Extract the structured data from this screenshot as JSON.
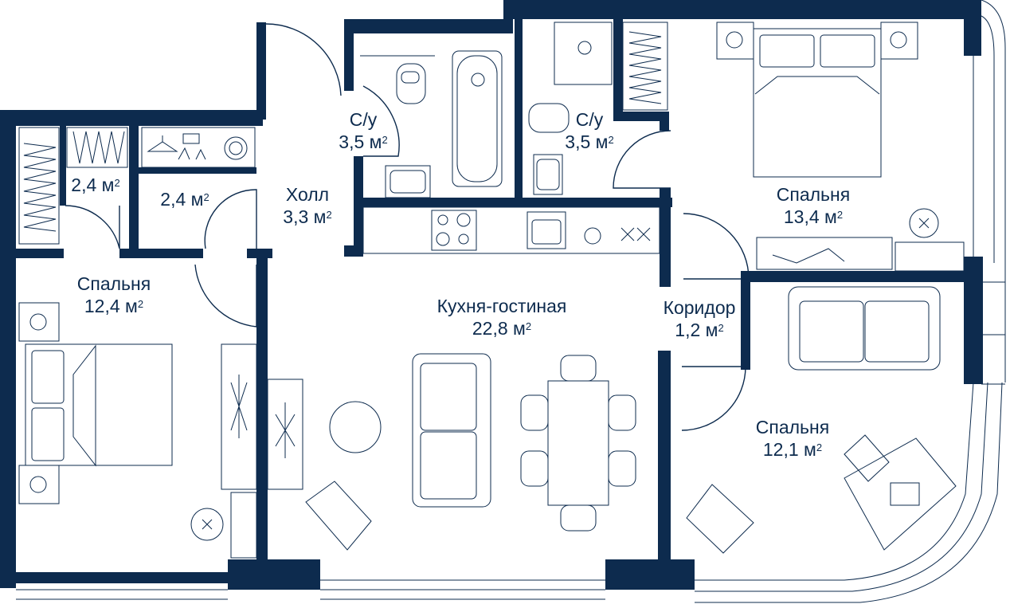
{
  "plan": {
    "colors": {
      "wall": "#0d2b4e",
      "background": "#ffffff"
    },
    "area_unit": "м",
    "area_unit_power": "2",
    "rooms": [
      {
        "key": "bedroom_left",
        "name": "Спальня",
        "area": "12,4"
      },
      {
        "key": "kitchen_living",
        "name": "Кухня-гостиная",
        "area": "22,8"
      },
      {
        "key": "corridor",
        "name": "Коридор",
        "area": "1,2"
      },
      {
        "key": "bedroom_right_bottom",
        "name": "Спальня",
        "area": "12,1"
      },
      {
        "key": "bedroom_right_top",
        "name": "Спальня",
        "area": "13,4"
      },
      {
        "key": "hall",
        "name": "Холл",
        "area": "3,3"
      },
      {
        "key": "bathroom_1",
        "name": "С/у",
        "area": "3,5"
      },
      {
        "key": "bathroom_2",
        "name": "С/у",
        "area": "3,5"
      },
      {
        "key": "wardrobe_1",
        "name": "",
        "area": "2,4"
      },
      {
        "key": "wardrobe_2",
        "name": "",
        "area": "2,4"
      }
    ]
  }
}
